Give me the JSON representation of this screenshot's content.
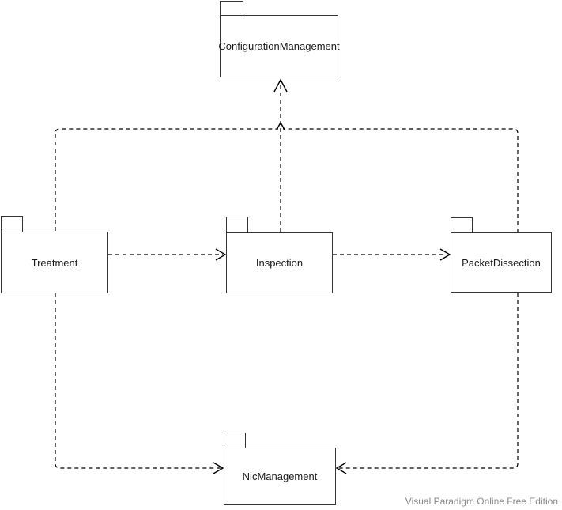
{
  "diagram": {
    "type": "uml-package-diagram",
    "packages": [
      {
        "id": "configuration-management",
        "name": "ConfigurationManagement"
      },
      {
        "id": "treatment",
        "name": "Treatment"
      },
      {
        "id": "inspection",
        "name": "Inspection"
      },
      {
        "id": "packet-dissection",
        "name": "PacketDissection"
      },
      {
        "id": "nic-management",
        "name": "NicManagement"
      }
    ],
    "dependencies": [
      {
        "from": "Treatment",
        "to": "Inspection",
        "style": "dashed-arrow"
      },
      {
        "from": "Inspection",
        "to": "PacketDissection",
        "style": "dashed-arrow"
      },
      {
        "from": "Inspection",
        "to": "ConfigurationManagement",
        "style": "dashed-arrow"
      },
      {
        "from": "Treatment",
        "to": "ConfigurationManagement",
        "style": "dashed-arrow"
      },
      {
        "from": "PacketDissection",
        "to": "ConfigurationManagement",
        "style": "dashed-arrow"
      },
      {
        "from": "Treatment",
        "to": "NicManagement",
        "style": "dashed-arrow"
      },
      {
        "from": "PacketDissection",
        "to": "NicManagement",
        "style": "dashed-arrow"
      }
    ],
    "colors": {
      "background": "#ffffff",
      "package_fill": "#ffffff",
      "package_border": "#363636",
      "connector": "#000000",
      "watermark": "#8a8a8a"
    }
  },
  "watermark": {
    "text": "Visual Paradigm Online Free Edition"
  }
}
